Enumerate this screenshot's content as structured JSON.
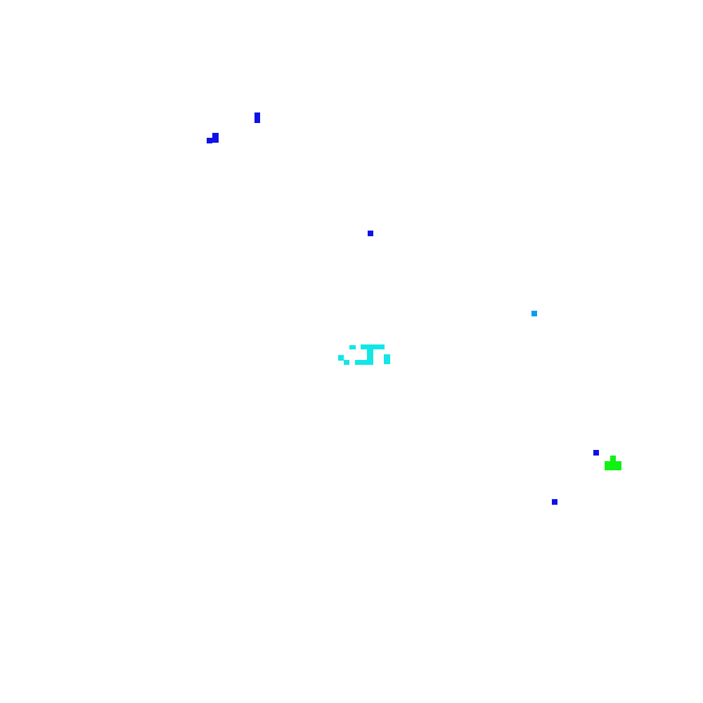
{
  "colors": {
    "background": "#ffffff",
    "blue": "#0f12e6",
    "light_blue": "#0a9cf2",
    "cyan": "#12e6e6",
    "green": "#12f212"
  },
  "clusters": [
    {
      "name": "blue-cluster-top-left",
      "color": "blue"
    },
    {
      "name": "blue-cluster-top",
      "color": "blue"
    },
    {
      "name": "blue-dot-center-top",
      "color": "blue"
    },
    {
      "name": "light-blue-dot-right",
      "color": "light_blue"
    },
    {
      "name": "cyan-cluster-center",
      "color": "cyan"
    },
    {
      "name": "blue-dot-lower-right",
      "color": "blue"
    },
    {
      "name": "green-cluster-lower-right",
      "color": "green"
    },
    {
      "name": "blue-dot-bottom-right",
      "color": "blue"
    }
  ]
}
